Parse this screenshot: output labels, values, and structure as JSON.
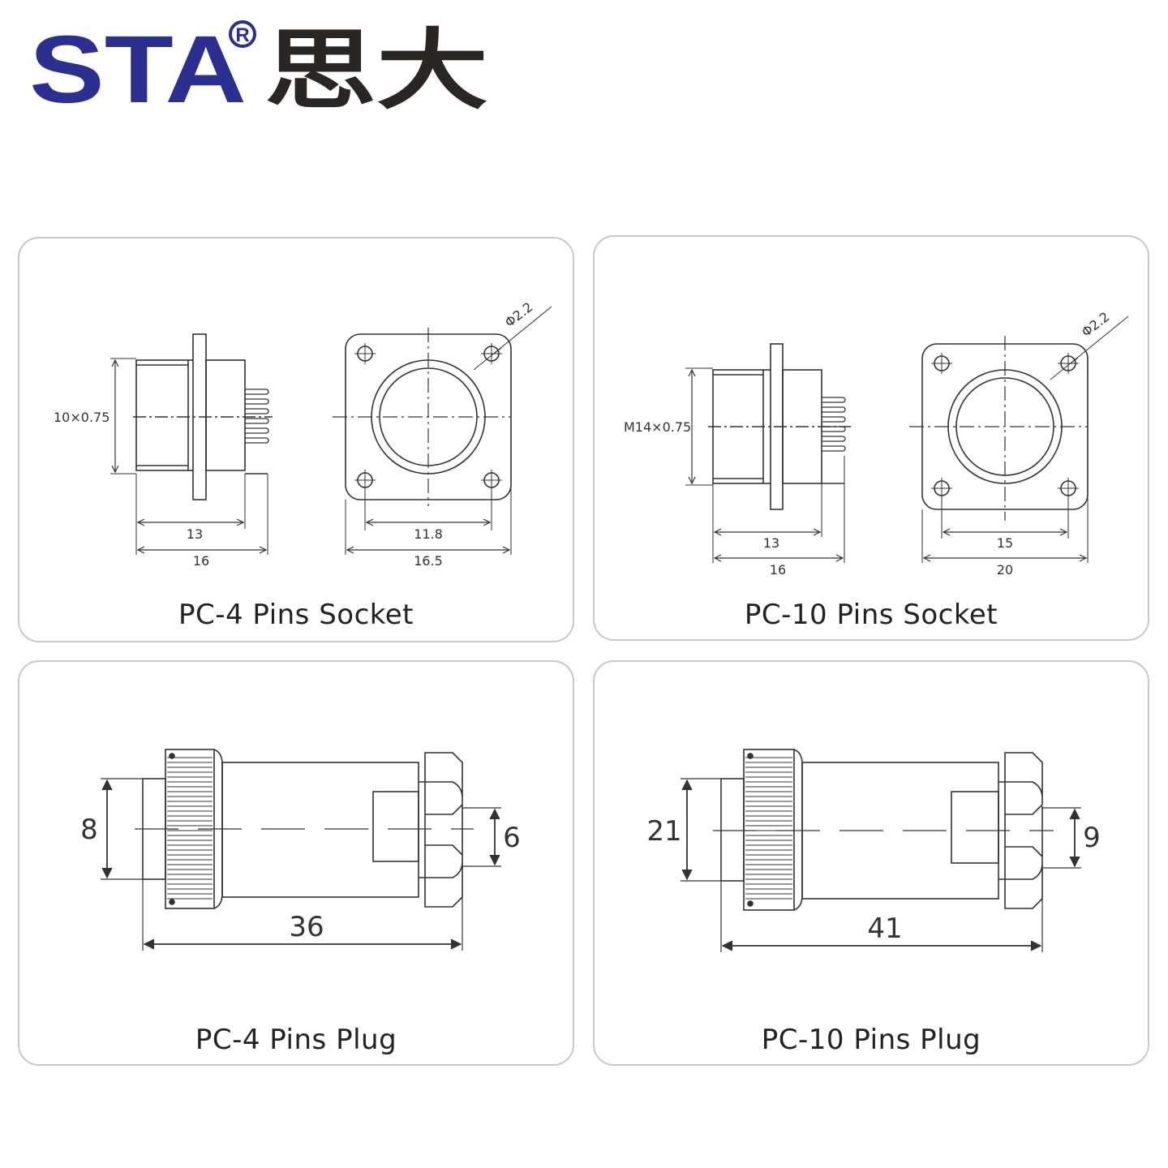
{
  "logo": {
    "brand_latin": "STA",
    "registered_mark": "R",
    "brand_cjk": "思大",
    "brand_color": "#2b2f8f",
    "cjk_color": "#2a2624"
  },
  "panels": [
    {
      "caption": "PC-4 Pins Socket",
      "dims": {
        "thread": "10×0.75",
        "inner_len": "13",
        "total_len": "16",
        "hole_pitch": "11.8",
        "flange_width": "16.5",
        "hole_dia": "Φ2.2"
      }
    },
    {
      "caption": "PC-10 Pins Socket",
      "dims": {
        "thread": "M14×0.75",
        "inner_len": "13",
        "total_len": "16",
        "hole_pitch": "15",
        "flange_width": "20",
        "hole_dia": "Φ2.2"
      }
    },
    {
      "caption": "PC-4 Pins Plug",
      "dims": {
        "diameter": "8",
        "cable_dia": "6",
        "length": "36"
      }
    },
    {
      "caption": "PC-10 Pins Plug",
      "dims": {
        "diameter": "21",
        "cable_dia": "9",
        "length": "41"
      }
    }
  ],
  "colors": {
    "panel_border": "#c8c8c8",
    "line": "#333333"
  }
}
